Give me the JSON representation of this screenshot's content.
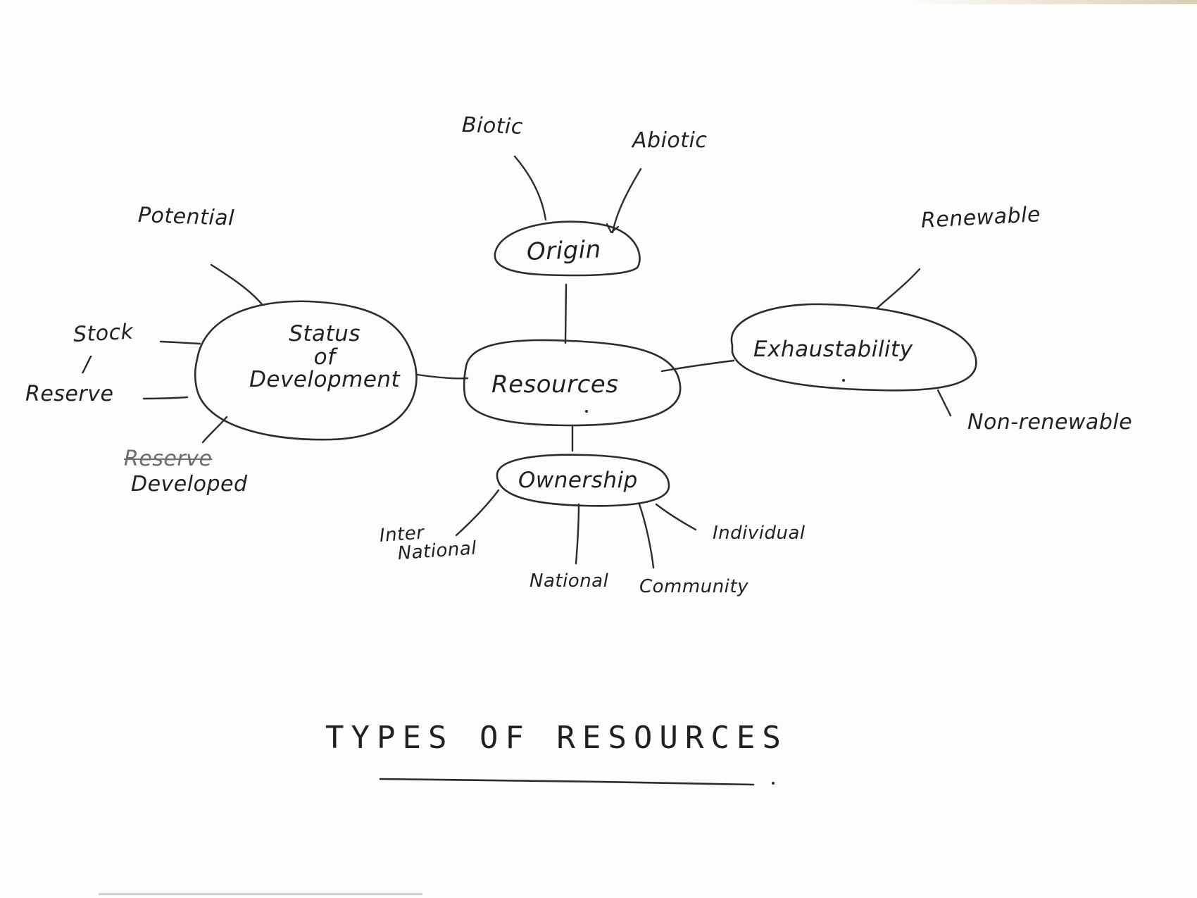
{
  "diagram": {
    "center": {
      "label": "Resources"
    },
    "categories": {
      "origin": {
        "label": "Origin",
        "children": [
          "Biotic",
          "Abiotic"
        ]
      },
      "exhaustability": {
        "label": "Exhaustability",
        "children": [
          "Renewable",
          "Non-renewable"
        ]
      },
      "ownership": {
        "label": "Ownership",
        "international_line1": "Inter",
        "international_line2": "National",
        "national": "National",
        "community": "Community",
        "individual": "Individual"
      },
      "status": {
        "label_line1": "Status",
        "label_line2": "of",
        "label_line3": "Development",
        "potential": "Potential",
        "stock": "Stock",
        "stock_separator": "/",
        "reserve": "Reserve",
        "struck_reserve": "Reserve",
        "developed": "Developed"
      }
    },
    "title": "TYPES OF RESOURCES"
  }
}
